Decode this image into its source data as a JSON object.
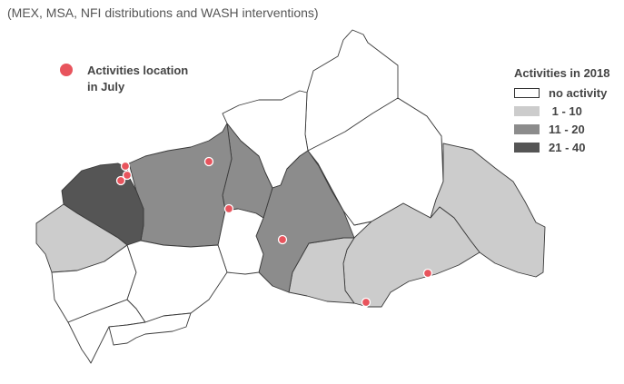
{
  "subtitle": "(MEX, MSA, NFI distributions and WASH interventions)",
  "marker_legend": {
    "label_line1": "Activities location",
    "label_line2": "in July",
    "color": "#e8545d"
  },
  "category_legend": {
    "title": "Activities in 2018",
    "items": [
      {
        "label": "no activity",
        "color": "#ffffff"
      },
      {
        "label": " 1 - 10",
        "color": "#cccccc"
      },
      {
        "label": "11 - 20",
        "color": "#8c8c8c"
      },
      {
        "label": "21 - 40",
        "color": "#555555"
      }
    ]
  },
  "colors": {
    "border": "#3a3a3a",
    "marker": "#e8545d"
  }
}
